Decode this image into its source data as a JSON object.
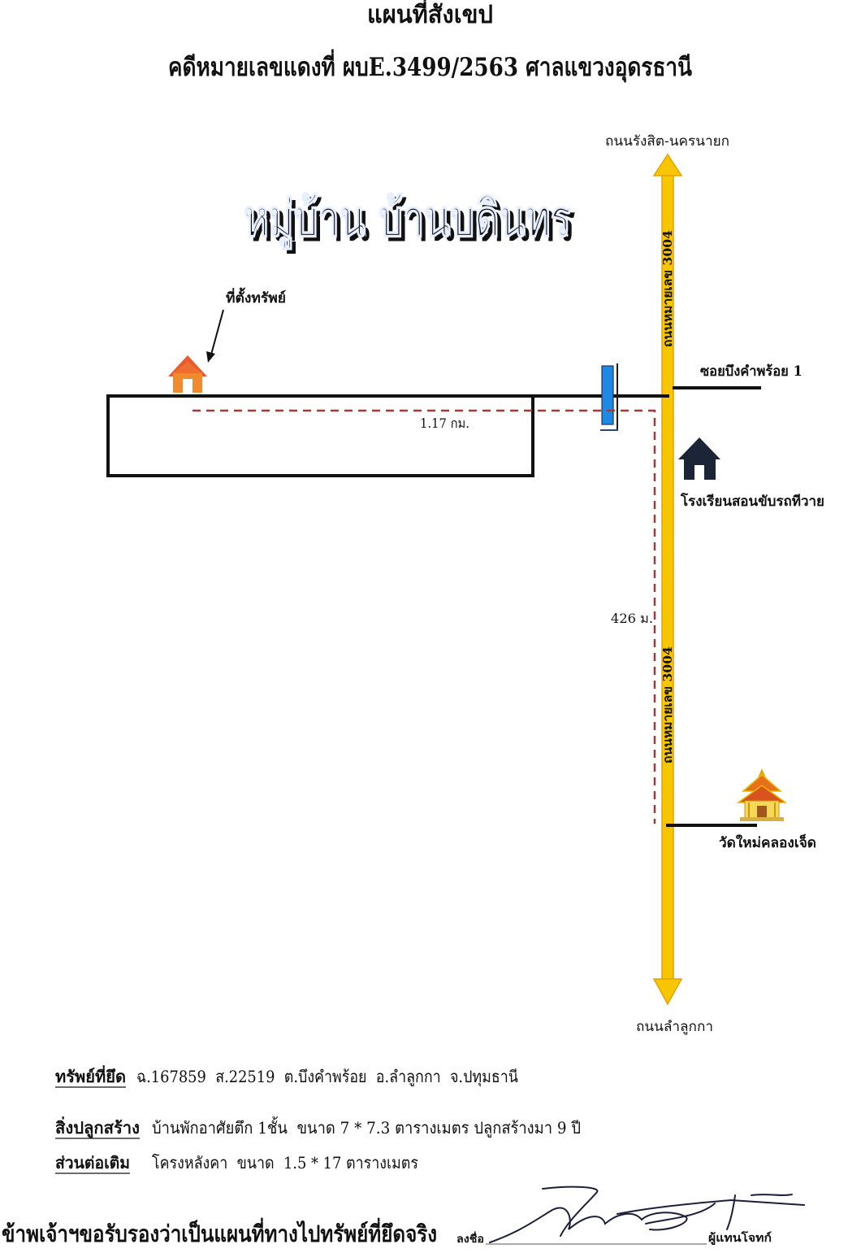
{
  "title": "แผนที่สังเขป",
  "case_line": "คดีหมายเลขแดงที่ ผบE.3499/2563 ศาลแขวงอุดรธานี",
  "village_name": "หมู่บ้าน บ้านบดินทร",
  "map": {
    "road_north_label": "ถนนรังสิต-นครนายก",
    "road_south_label": "ถนนลำลูกกา",
    "road_number_label": "ถนนหมายเลข 3004",
    "property_label": "ที่ตั้งทรัพย์",
    "soi_label": "ซอยบึงคำพร้อย 1",
    "distance_horizontal": "1.17 กม.",
    "distance_vertical": "426 ม.",
    "school_label": "โรงเรียนสอนขับรถทีวาย",
    "temple_label": "วัดใหม่คลองเจ็ด"
  },
  "icons": {
    "property": "house-icon",
    "school": "house-icon",
    "temple": "temple-icon",
    "gate": "gate-marker-icon",
    "pointer": "arrow-icon"
  },
  "colors": {
    "road": "#f7c600",
    "route": "#9c3b3b",
    "village_text": "#3f6fd0",
    "village_shadow": "#4a2a5e",
    "property_house": "#ea5a2e",
    "school_house": "#1c2438",
    "gate": "#1e88e5"
  },
  "details": {
    "seized_label": "ทรัพย์ที่ยึด",
    "seized_value": "ฉ.167859  ส.22519  ต.บึงคำพร้อย  อ.ลำลูกกา  จ.ปทุมธานี",
    "building_label": "สิ่งปลูกสร้าง",
    "building_value": "บ้านพักอาศัยตึก 1ชั้น  ขนาด 7 * 7.3 ตารางเมตร ปลูกสร้างมา 9 ปี",
    "extension_label": "ส่วนต่อเติม",
    "extension_value": "โครงหลังคา  ขนาด  1.5 * 17 ตารางเมตร"
  },
  "certification": {
    "statement": "ข้าพเจ้าฯขอรับรองว่าเป็นแผนที่ทางไปทรัพย์ที่ยึดจริง",
    "sign_label": "ลงชื่อ",
    "signer_role": "ผู้แทนโจทก์"
  }
}
